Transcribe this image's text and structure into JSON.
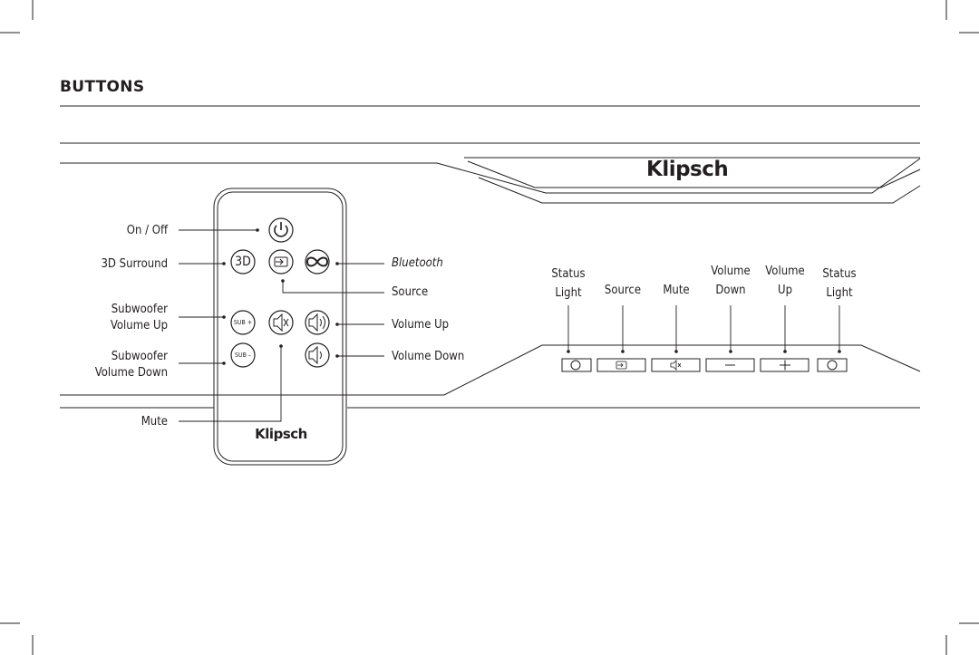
{
  "heading": "BUTTONS",
  "brand": "Klipsch",
  "remote": {
    "left_labels": {
      "on_off": "On / Off",
      "surround_3d": "3D Surround",
      "sub_up_line1": "Subwoofer",
      "sub_up_line2": "Volume Up",
      "sub_down_line1": "Subwoofer",
      "sub_down_line2": "Volume Down",
      "mute": "Mute"
    },
    "right_labels": {
      "bluetooth": "Bluetooth",
      "source": "Source",
      "volume_up": "Volume Up",
      "volume_down": "Volume Down"
    },
    "button_text": {
      "three_d": "3D",
      "sub_plus": "SUB +",
      "sub_minus": "SUB –"
    },
    "icons": [
      "power-icon",
      "source-icon",
      "infinity-icon",
      "mute-icon",
      "speaker-up-icon",
      "speaker-down-icon"
    ]
  },
  "soundbar": {
    "labels": {
      "status_left_1": "Status",
      "status_left_2": "Light",
      "source": "Source",
      "mute": "Mute",
      "vol_down_1": "Volume",
      "vol_down_2": "Down",
      "vol_up_1": "Volume",
      "vol_up_2": "Up",
      "status_right_1": "Status",
      "status_right_2": "Light"
    },
    "icons": [
      "status-light-icon",
      "source-icon",
      "mute-icon",
      "minus-icon",
      "plus-icon",
      "status-light-icon"
    ]
  }
}
